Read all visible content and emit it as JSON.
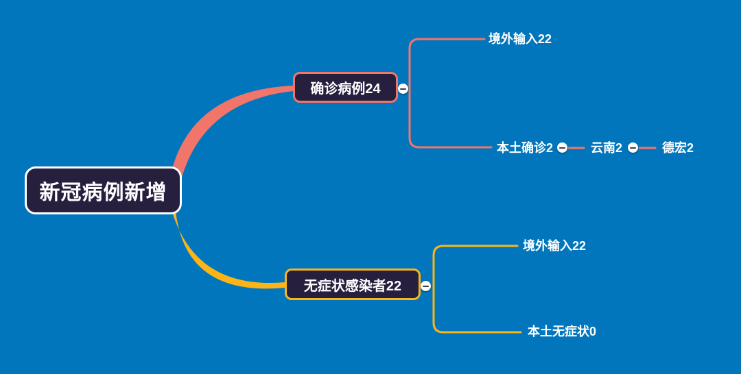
{
  "title": "新冠病例新增 思维导图",
  "colors": {
    "background": "#0276bc",
    "node_fill": "#271f3e",
    "root_border": "#ffffff",
    "branch1": "#f2756a",
    "branch2": "#fdb515",
    "text": "#ffffff",
    "collapse_icon_bar": "#3c3c46"
  },
  "root": {
    "label": "新冠病例新增"
  },
  "branches": [
    {
      "label": "确诊病例24",
      "color": "#f2756a",
      "collapse_icon": "minus-circle",
      "children": [
        {
          "label": "境外输入22"
        },
        {
          "label": "本土确诊2",
          "collapse_icon": "minus-circle",
          "children": [
            {
              "label": "云南2",
              "collapse_icon": "minus-circle",
              "children": [
                {
                  "label": "德宏2"
                }
              ]
            }
          ]
        }
      ]
    },
    {
      "label": "无症状感染者22",
      "color": "#fdb515",
      "collapse_icon": "minus-circle",
      "children": [
        {
          "label": "境外输入22"
        },
        {
          "label": "本土无症状0"
        }
      ]
    }
  ]
}
